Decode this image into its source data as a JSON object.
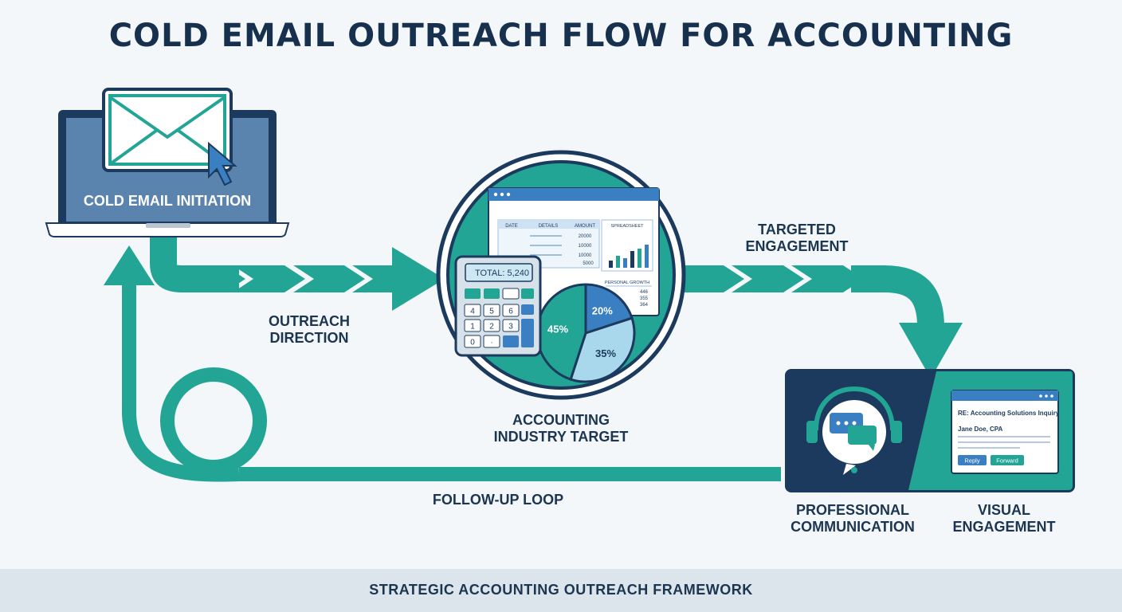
{
  "title": "COLD EMAIL OUTREACH FLOW FOR ACCOUNTING",
  "colors": {
    "navy": "#1c3a5e",
    "teal": "#23a595",
    "blue": "#3a7fc1",
    "light_blue": "#a9d8ec",
    "background": "#f3f7f9"
  },
  "stages": {
    "initiation": {
      "label": "COLD EMAIL INITIATION",
      "icon": "envelope-icon"
    },
    "outreach_direction": {
      "label_line1": "OUTREACH",
      "label_line2": "DIRECTION"
    },
    "industry_target": {
      "label_line1": "ACCOUNTING",
      "label_line2": "INDUSTRY TARGET"
    },
    "targeted_engagement": {
      "label_line1": "TARGETED",
      "label_line2": "ENGAGEMENT"
    },
    "follow_up": {
      "label": "FOLLOW-UP LOOP"
    },
    "professional_communication": {
      "label_line1": "PROFESSIONAL",
      "label_line2": "COMMUNICATION",
      "icon": "chat-headset-icon"
    },
    "visual_engagement": {
      "label_line1": "VISUAL",
      "label_line2": "ENGAGEMENT"
    }
  },
  "spreadsheet": {
    "headers": [
      "DATE",
      "DETAILS",
      "AMOUNT"
    ],
    "amounts": [
      "20000",
      "10000",
      "10000",
      "5000"
    ],
    "chart_title": "SPREADSHEET",
    "side_title": "PERSONAL GROWTH",
    "side_values": [
      "446",
      "355",
      "364"
    ]
  },
  "calculator": {
    "display": "TOTAL: 5,240",
    "keys": [
      "4",
      "5",
      "6",
      "1",
      "2",
      "3",
      "0",
      "·"
    ]
  },
  "pie": {
    "slices": [
      {
        "label": "20%",
        "value": 20,
        "color": "#3a7fc1"
      },
      {
        "label": "35%",
        "value": 35,
        "color": "#a9d8ec"
      },
      {
        "label": "45%",
        "value": 45,
        "color": "#23a595"
      }
    ]
  },
  "email_window": {
    "subject": "RE: Accounting Solutions Inquiry",
    "sender": "Jane Doe, CPA",
    "reply_label": "Reply",
    "forward_label": "Forward"
  },
  "footer": "STRATEGIC ACCOUNTING OUTREACH FRAMEWORK"
}
